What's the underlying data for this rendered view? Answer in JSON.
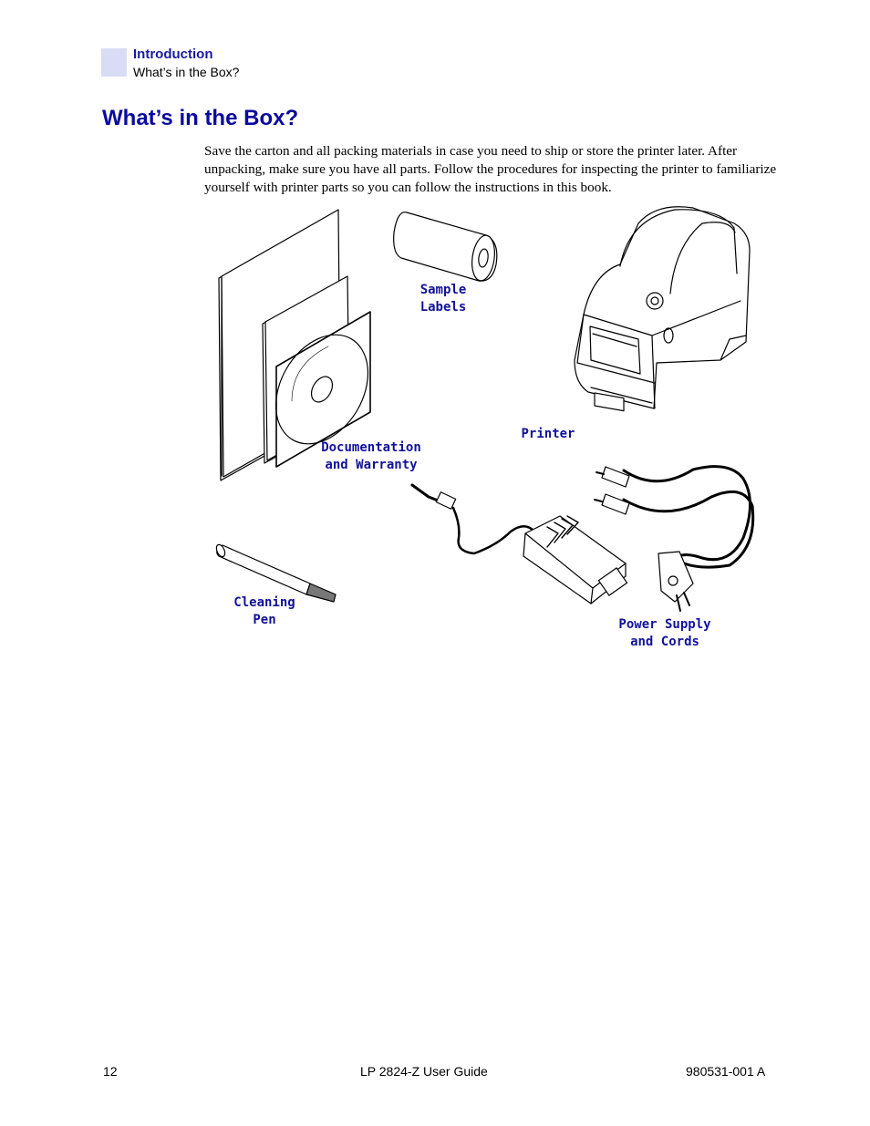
{
  "header": {
    "section": "Introduction",
    "subsection": "What’s in the Box?"
  },
  "title": "What’s in the Box?",
  "intro": "Save the carton and all packing materials in case you need to ship or store the printer later. After unpacking, make sure you have all parts.  Follow the procedures for inspecting the printer to familiarize yourself with printer parts so you can follow the instructions in this book.",
  "figure": {
    "captions": {
      "sample_labels": "Sample\nLabels",
      "printer": "Printer",
      "documentation": "Documentation\nand Warranty",
      "cleaning_pen": "Cleaning\nPen",
      "power_supply": "Power Supply\nand Cords"
    },
    "caption_color": "#12129a"
  },
  "footer": {
    "page": "12",
    "guide": "LP 2824-Z User Guide",
    "docnum": "980531-001 A"
  }
}
